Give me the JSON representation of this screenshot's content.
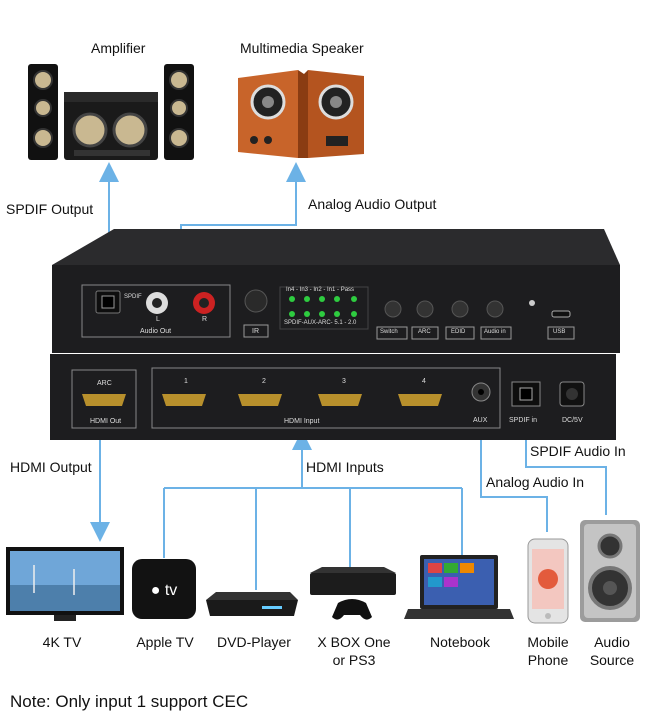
{
  "labels": {
    "amplifier": "Amplifier",
    "multimedia_speaker": "Multimedia Speaker",
    "spdif_output": "SPDIF Output",
    "analog_audio_output": "Analog Audio Output",
    "hdmi_output": "HDMI Output",
    "hdmi_inputs": "HDMI Inputs",
    "spdif_audio_in": "SPDIF Audio In",
    "analog_audio_in": "Analog Audio In"
  },
  "top_panel": {
    "spdif_port_label": "SPDIF",
    "audio_out_label": "Audio Out",
    "left_label": "L",
    "right_label": "R",
    "ir_label": "IR",
    "led_top_labels": "In4 - In3 - In2 - In1 - Pass",
    "led_bottom_labels": "SPDIF-AUX-ARC- 5.1 - 2.0",
    "buttons": [
      "Switch",
      "ARC",
      "EDID",
      "Audio in"
    ],
    "usb_label": "USB"
  },
  "bottom_panel": {
    "arc_label": "ARC",
    "hdmi_out_label": "HDMI Out",
    "hdmi_input_numbers": [
      "1",
      "2",
      "3",
      "4"
    ],
    "hdmi_input_label": "HDMI Input",
    "aux_label": "AUX",
    "spdif_in_label": "SPDIF in",
    "dc_label": "DC/5V"
  },
  "devices": {
    "tv": "4K TV",
    "apple_tv": "Apple TV",
    "apple_tv_logo": "tv",
    "dvd": "DVD-Player",
    "xbox_line1": "X BOX One",
    "xbox_line2": "or PS3",
    "notebook": "Notebook",
    "phone_line1": "Mobile",
    "phone_line2": "Phone",
    "source_line1": "Audio",
    "source_line2": "Source"
  },
  "note": "Note: Only input 1 support CEC",
  "colors": {
    "arrow": "#6cb2e6",
    "panel": "#1d1d1f",
    "led": "#2ecc40"
  }
}
